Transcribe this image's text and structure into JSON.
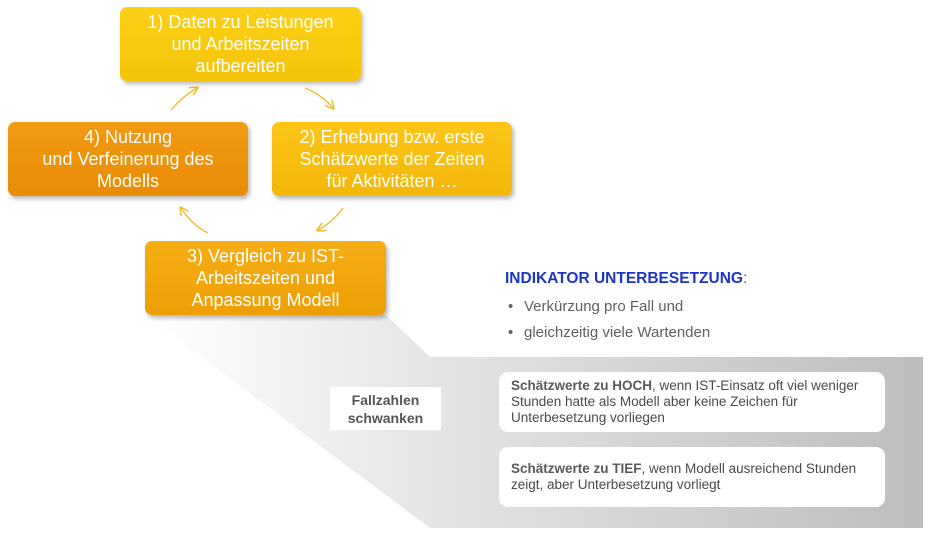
{
  "boxes": {
    "step1": "1) Daten zu Leistungen\nund Arbeitszeiten\naufbereiten",
    "step2": "2) Erhebung bzw. erste\nSchätzwerte der Zeiten\nfür Aktivitäten …",
    "step3": "3) Vergleich zu IST-\nArbeitszeiten und\nAnpassung Modell",
    "step4": "4) Nutzung\nund Verfeinerung des\nModells"
  },
  "indicator": {
    "title": "INDIKATOR UNTERBESETZUNG",
    "colon": ":",
    "bullets": [
      "Verkürzung pro Fall und",
      "gleichzeitig viele Wartenden"
    ]
  },
  "fallzahlen": {
    "line1": "Fallzahlen",
    "line2": "schwanken"
  },
  "cards": {
    "high_bold": "Schätzwerte zu HOCH",
    "high_text": ", wenn IST-Einsatz oft viel weniger Stunden hatte als Modell aber keine Zeichen für Unterbesetzung vorliegen",
    "low_bold": "Schätzwerte zu TIEF",
    "low_text": ", wenn Modell ausreichend Stunden zeigt, aber Unterbesetzung vorliegt"
  },
  "colors": {
    "arrow": "#f2b829",
    "indicator_title": "#1a36c8",
    "panel_gray": "#bdbdbd"
  }
}
